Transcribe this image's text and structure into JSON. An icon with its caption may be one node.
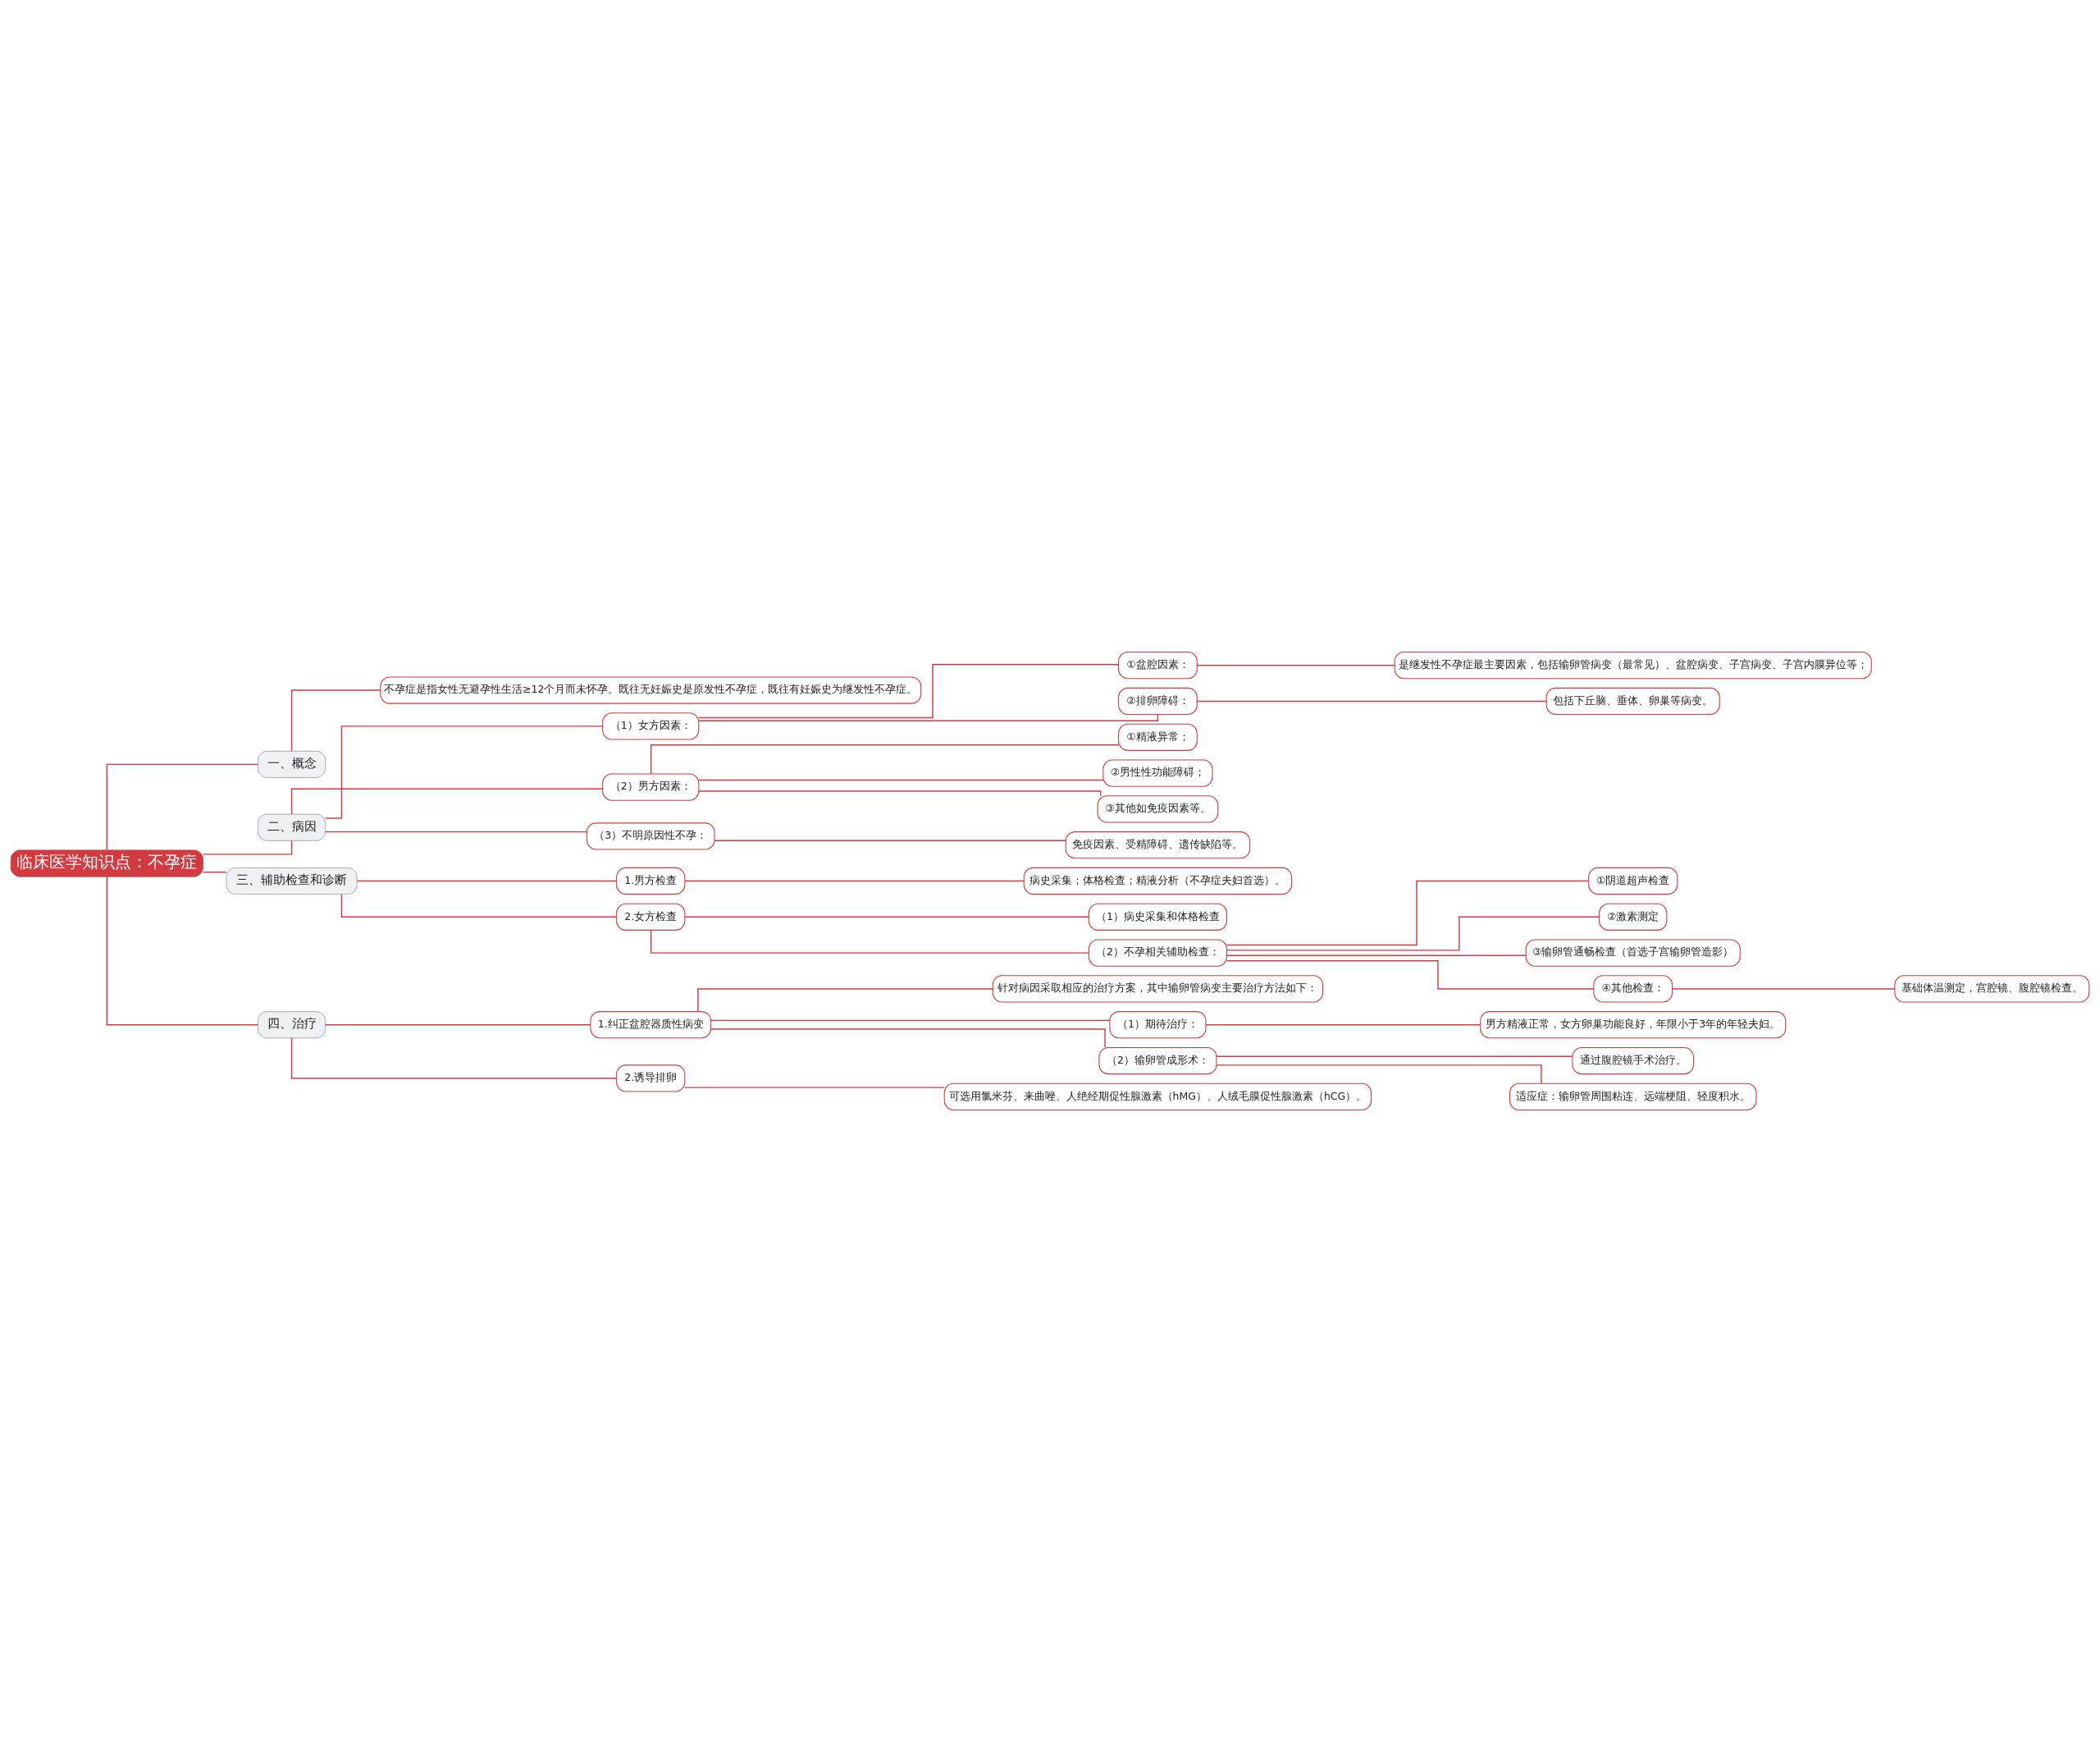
{
  "diagram": {
    "nodes": [
      {
        "text": [
          "临床医学知识点：不孕症"
        ]
      },
      {
        "text": [
          "一、概念"
        ]
      },
      {
        "text": [
          "不孕症是指女性无避孕性生活≥12个月而未怀孕。既往无妊娠史是原发性不孕症，既往有妊娠史为继发性不孕症。"
        ]
      },
      {
        "text": [
          "二、病因"
        ]
      },
      {
        "text": [
          "（1）女方因素："
        ]
      },
      {
        "text": [
          "①盆腔因素："
        ]
      },
      {
        "text": [
          "是继发性不孕症最主要因素，包括输卵管病变（最常见）、盆腔病变、子宫病变、子宫内膜异位等；"
        ]
      },
      {
        "text": [
          "②排卵障碍："
        ]
      },
      {
        "text": [
          "包括下丘脑、垂体、卵巢等病变。"
        ]
      },
      {
        "text": [
          "（2）男方因素："
        ]
      },
      {
        "text": [
          "①精液异常；"
        ]
      },
      {
        "text": [
          "②男性性功能障碍；"
        ]
      },
      {
        "text": [
          "③其他如免疫因素等。"
        ]
      },
      {
        "text": [
          "（3）不明原因性不孕："
        ]
      },
      {
        "text": [
          "免疫因素、受精障碍、遗传缺陷等。"
        ]
      },
      {
        "text": [
          "三、辅助检查和诊断"
        ]
      },
      {
        "text": [
          "1.男方检查"
        ]
      },
      {
        "text": [
          "病史采集；体格检查；精液分析（不孕症夫妇首选）。"
        ]
      },
      {
        "text": [
          "2.女方检查"
        ]
      },
      {
        "text": [
          "（1）病史采集和体格检查"
        ]
      },
      {
        "text": [
          "（2）不孕相关辅助检查："
        ]
      },
      {
        "text": [
          "①阴道超声检查"
        ]
      },
      {
        "text": [
          "②激素测定"
        ]
      },
      {
        "text": [
          "③输卵管通畅检查（首选子宫输卵管造影）"
        ]
      },
      {
        "text": [
          "④其他检查："
        ]
      },
      {
        "text": [
          "基础体温测定，宫腔镜、腹腔镜检查。"
        ]
      },
      {
        "text": [
          "四、治疗"
        ]
      },
      {
        "text": [
          "1.纠正盆腔器质性病变"
        ]
      },
      {
        "text": [
          "针对病因采取相应的治疗方案，其中输卵管病变主要治疗方法如下："
        ]
      },
      {
        "text": [
          "（1）期待治疗："
        ]
      },
      {
        "text": [
          "男方精液正常，女方卵巢功能良好，年限小于3年的年轻夫妇。"
        ]
      },
      {
        "text": [
          "（2）输卵管成形术："
        ]
      },
      {
        "text": [
          "通过腹腔镜手术治疗。"
        ]
      },
      {
        "text": [
          "适应症：输卵管周围粘连、远端梗阻、轻度积水。"
        ]
      },
      {
        "text": [
          "2.诱导排卵"
        ]
      },
      {
        "text": [
          "可选用氯米芬、来曲唑、人绝经期促性腺激素（hMG）、人绒毛膜促性腺激素（hCG）。"
        ]
      }
    ],
    "edges": [
      {
        "from": 0,
        "to": 1,
        "arrow": "none"
      },
      {
        "from": 1,
        "to": 2,
        "arrow": "none"
      },
      {
        "from": 0,
        "to": 3,
        "arrow": "none"
      },
      {
        "from": 3,
        "to": 4,
        "arrow": "none"
      },
      {
        "from": 4,
        "to": 5,
        "arrow": "none"
      },
      {
        "from": 5,
        "to": 6,
        "arrow": "none"
      },
      {
        "from": 4,
        "to": 7,
        "arrow": "none"
      },
      {
        "from": 7,
        "to": 8,
        "arrow": "none"
      },
      {
        "from": 3,
        "to": 9,
        "arrow": "none"
      },
      {
        "from": 9,
        "to": 10,
        "arrow": "none"
      },
      {
        "from": 9,
        "to": 11,
        "arrow": "none"
      },
      {
        "from": 9,
        "to": 12,
        "arrow": "none"
      },
      {
        "from": 3,
        "to": 13,
        "arrow": "none"
      },
      {
        "from": 13,
        "to": 14,
        "arrow": "none"
      },
      {
        "from": 0,
        "to": 15,
        "arrow": "none"
      },
      {
        "from": 15,
        "to": 16,
        "arrow": "none"
      },
      {
        "from": 16,
        "to": 17,
        "arrow": "none"
      },
      {
        "from": 15,
        "to": 18,
        "arrow": "none"
      },
      {
        "from": 18,
        "to": 19,
        "arrow": "none"
      },
      {
        "from": 18,
        "to": 20,
        "arrow": "none"
      },
      {
        "from": 20,
        "to": 21,
        "arrow": "none"
      },
      {
        "from": 20,
        "to": 22,
        "arrow": "none"
      },
      {
        "from": 20,
        "to": 23,
        "arrow": "none"
      },
      {
        "from": 20,
        "to": 24,
        "arrow": "none"
      },
      {
        "from": 24,
        "to": 25,
        "arrow": "none"
      },
      {
        "from": 0,
        "to": 26,
        "arrow": "none"
      },
      {
        "from": 26,
        "to": 27,
        "arrow": "none"
      },
      {
        "from": 27,
        "to": 28,
        "arrow": "none"
      },
      {
        "from": 27,
        "to": 29,
        "arrow": "none"
      },
      {
        "from": 29,
        "to": 30,
        "arrow": "none"
      },
      {
        "from": 27,
        "to": 31,
        "arrow": "none"
      },
      {
        "from": 31,
        "to": 32,
        "arrow": "none"
      },
      {
        "from": 31,
        "to": 33,
        "arrow": "none"
      },
      {
        "from": 26,
        "to": 34,
        "arrow": "none"
      },
      {
        "from": 34,
        "to": 35,
        "arrow": "none"
      }
    ]
  }
}
